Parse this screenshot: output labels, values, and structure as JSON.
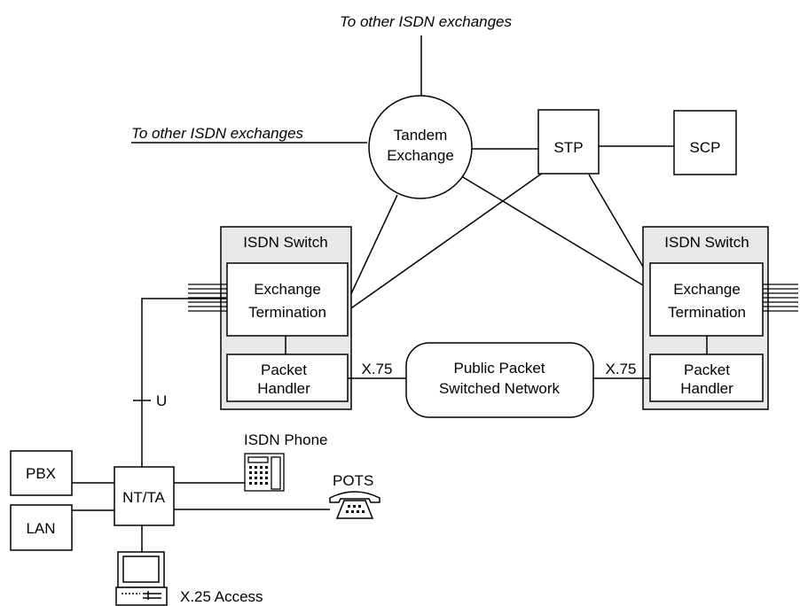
{
  "top_label": "To other ISDN exchanges",
  "left_label": "To other ISDN exchanges",
  "tandem": {
    "line1": "Tandem",
    "line2": "Exchange"
  },
  "stp": "STP",
  "scp": "SCP",
  "left_switch": {
    "title": "ISDN Switch",
    "exchange_line1": "Exchange",
    "exchange_line2": "Termination",
    "packet_line1": "Packet",
    "packet_line2": "Handler"
  },
  "right_switch": {
    "title": "ISDN Switch",
    "exchange_line1": "Exchange",
    "exchange_line2": "Termination",
    "packet_line1": "Packet",
    "packet_line2": "Handler"
  },
  "ppsn": {
    "line1": "Public Packet",
    "line2": "Switched Network"
  },
  "x75_left": "X.75",
  "x75_right": "X.75",
  "u_label": "U",
  "pbx": "PBX",
  "lan": "LAN",
  "ntta": "NT/TA",
  "isdn_phone": "ISDN Phone",
  "pots": "POTS",
  "x25": "X.25 Access",
  "colors": {
    "switch_fill": "#e8e8e8",
    "line": "#000000",
    "background": "#ffffff"
  }
}
